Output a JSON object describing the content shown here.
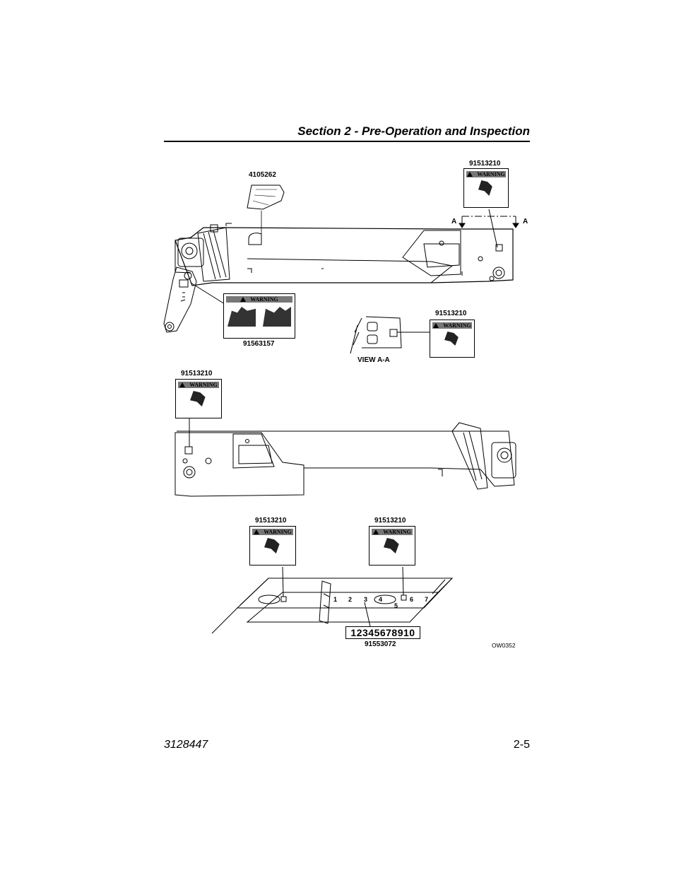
{
  "header": {
    "title": "Section 2 - Pre-Operation and Inspection"
  },
  "labels": {
    "decal_top_angle": "4105262",
    "decal_top_right": "91513210",
    "decal_big_warning": "91563157",
    "decal_view_right": "91513210",
    "view_label": "VIEW A-A",
    "decal_left_mid": "91513210",
    "decal_bottom_left": "91513210",
    "decal_bottom_right": "91513210",
    "decal_strip": "91553072",
    "section_marker_left": "A",
    "section_marker_right": "A",
    "figure_ref": "OW0352"
  },
  "decal_text": {
    "warning": "WARNING"
  },
  "strip_text": "12345678910",
  "boom_numbers": [
    "1",
    "2",
    "3",
    "4",
    "5",
    "6",
    "7"
  ],
  "footer": {
    "doc_number": "3128447",
    "page": "2-5"
  }
}
